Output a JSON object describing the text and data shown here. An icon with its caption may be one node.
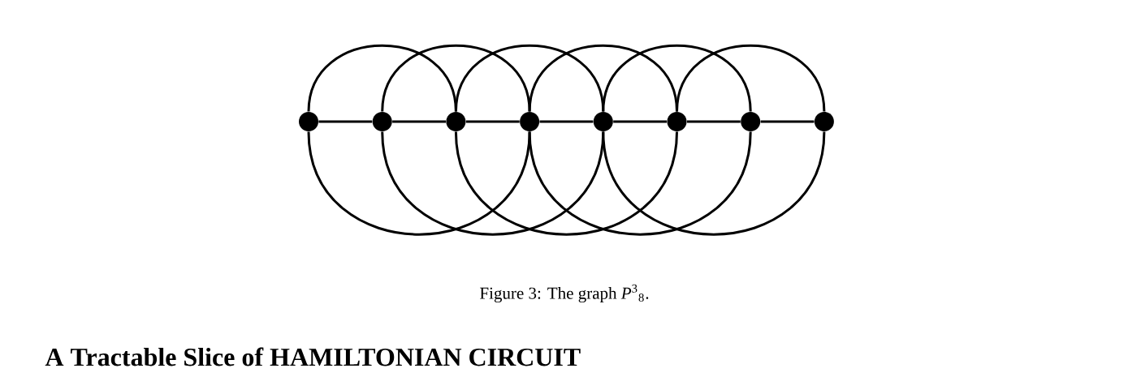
{
  "diagram": {
    "caption": "Figure 3: The graph *P*$^{3}$$_{8}$.",
    "nodes": [
      {
        "text": [],
        "shape": "circle"
      },
      {
        "text": [],
        "shape": "circle"
      },
      {
        "text": [],
        "shape": "circle"
      },
      {
        "text": [],
        "shape": "circle"
      },
      {
        "text": [],
        "shape": "circle"
      },
      {
        "text": [],
        "shape": "circle"
      },
      {
        "text": [],
        "shape": "circle"
      },
      {
        "text": [],
        "shape": "circle"
      }
    ],
    "edges": [
      {
        "from": 0,
        "to": 1,
        "arrow": "none"
      },
      {
        "from": 1,
        "to": 2,
        "arrow": "none"
      },
      {
        "from": 2,
        "to": 3,
        "arrow": "none"
      },
      {
        "from": 3,
        "to": 4,
        "arrow": "none"
      },
      {
        "from": 4,
        "to": 5,
        "arrow": "none"
      },
      {
        "from": 5,
        "to": 6,
        "arrow": "none"
      },
      {
        "from": 6,
        "to": 7,
        "arrow": "none"
      },
      {
        "from": 0,
        "to": 2,
        "arrow": "none"
      },
      {
        "from": 1,
        "to": 3,
        "arrow": "none"
      },
      {
        "from": 2,
        "to": 4,
        "arrow": "none"
      },
      {
        "from": 3,
        "to": 5,
        "arrow": "none"
      },
      {
        "from": 4,
        "to": 6,
        "arrow": "none"
      },
      {
        "from": 5,
        "to": 7,
        "arrow": "none"
      },
      {
        "from": 0,
        "to": 3,
        "arrow": "none"
      },
      {
        "from": 1,
        "to": 4,
        "arrow": "none"
      },
      {
        "from": 2,
        "to": 5,
        "arrow": "none"
      },
      {
        "from": 3,
        "to": 6,
        "arrow": "none"
      },
      {
        "from": 4,
        "to": 7,
        "arrow": "none"
      }
    ],
    "labels": [
      "A Tractable Slice of HAMILTONIAN CIRCUIT"
    ]
  }
}
